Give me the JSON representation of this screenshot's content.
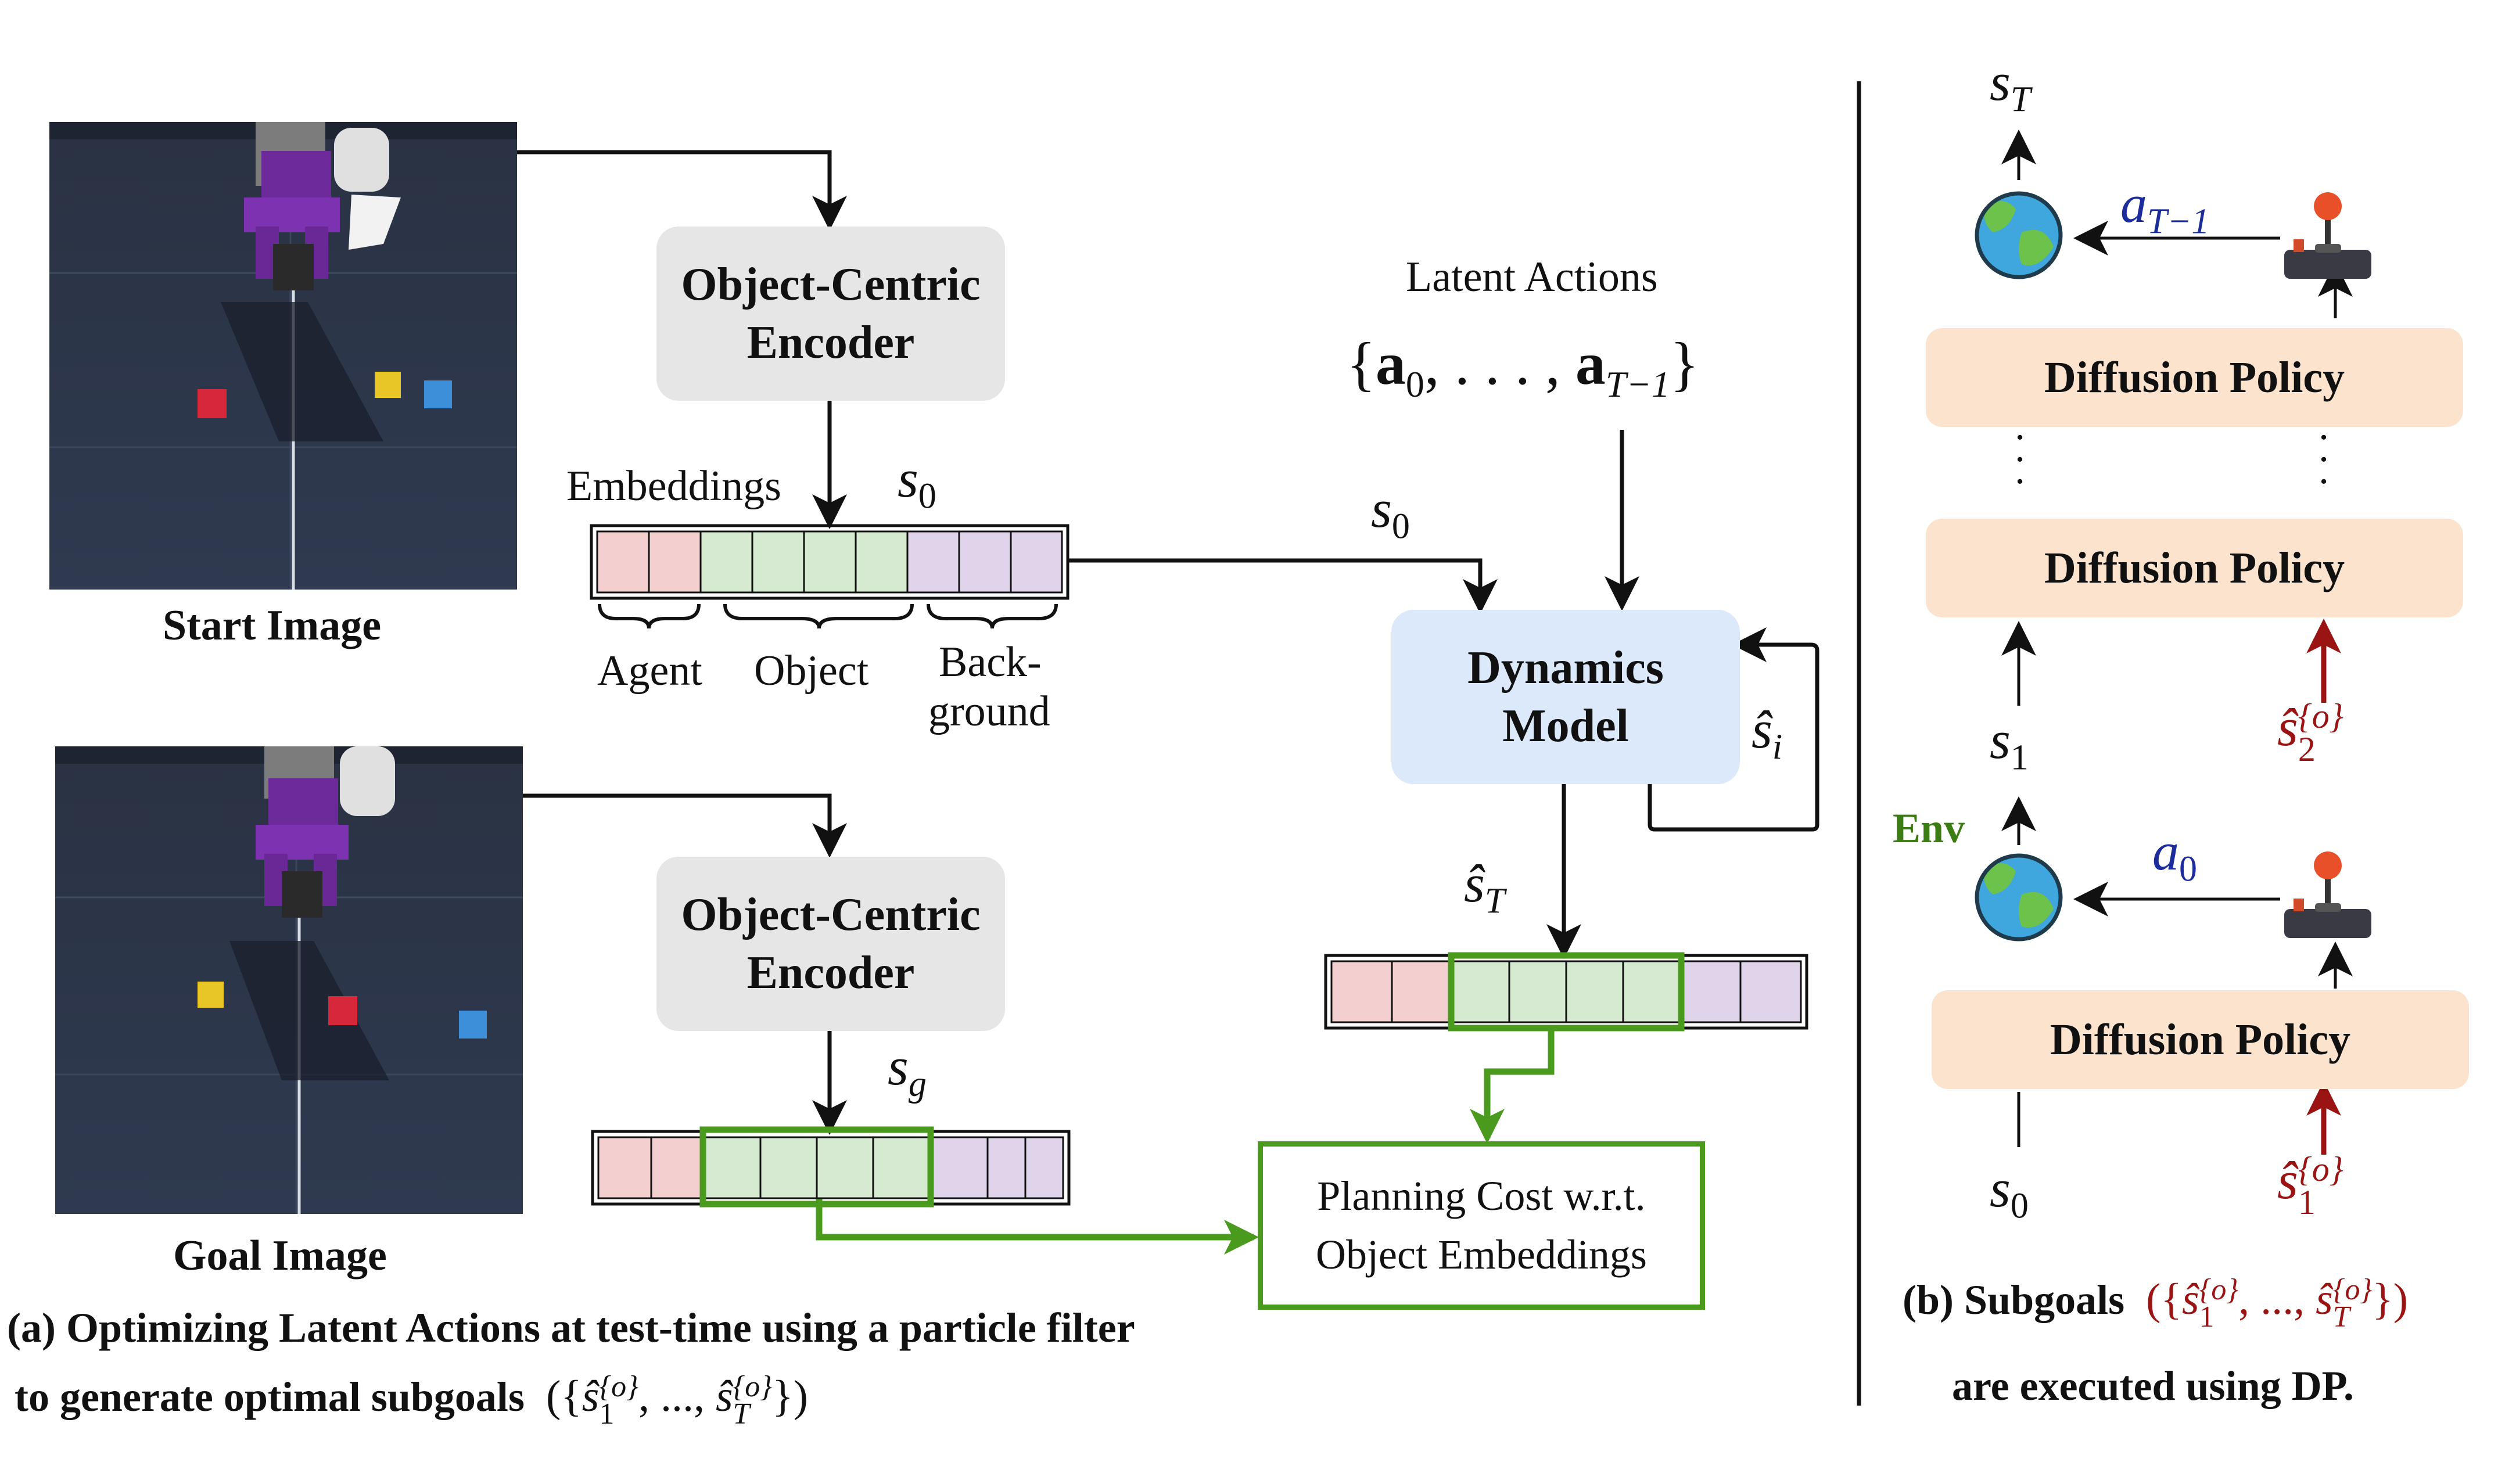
{
  "left_panel": {
    "start_image_label": "Start Image",
    "goal_image_label": "Goal Image",
    "encoder_top": {
      "line1": "Object-Centric",
      "line2": "Encoder"
    },
    "encoder_bottom": {
      "line1": "Object-Centric",
      "line2": "Encoder"
    },
    "embeddings_label": "Embeddings",
    "s0_symbol": "s",
    "s0_sub": "0",
    "sg_symbol": "s",
    "sg_sub": "g",
    "segment_labels": {
      "agent": "Agent",
      "object": "Object",
      "background_l1": "Back-",
      "background_l2": "ground"
    },
    "latent_actions_title": "Latent Actions",
    "latent_actions_set": {
      "open": "{",
      "a0": "a",
      "a0_sub": "0",
      "dots": ", . . . , ",
      "aT": "a",
      "aT_sub": "T−1",
      "close": "}"
    },
    "dynamics_model": {
      "line1": "Dynamics",
      "line2": "Model"
    },
    "s0_arrow_label": {
      "sym": "s",
      "sub": "0"
    },
    "si_hat_label": {
      "sym": "ŝ",
      "sub": "i"
    },
    "sT_hat_label": {
      "sym": "ŝ",
      "sub": "T"
    },
    "planning_cost": {
      "line1": "Planning Cost w.r.t.",
      "line2": "Object Embeddings"
    },
    "caption_line1": "(a) Optimizing Latent Actions at test-time using a particle filter",
    "caption_line2_text": "to generate optimal subgoals",
    "caption_line2_math": {
      "open": "({",
      "s1": "ŝ",
      "s1_sub": "1",
      "sup": "{o}",
      "mid": ", ..., ",
      "sT": "ŝ",
      "sT_sub": "T",
      "close": "})"
    }
  },
  "right_panel": {
    "sT": {
      "sym": "s",
      "sub": "T"
    },
    "a_T_minus_1": {
      "sym": "a",
      "sub": "T−1"
    },
    "a_0": {
      "sym": "a",
      "sub": "0"
    },
    "diffusion_policy_top": "Diffusion Policy",
    "diffusion_policy_mid": "Diffusion Policy",
    "diffusion_policy_bottom": "Diffusion Policy",
    "vertical_dots": "·",
    "s1": {
      "sym": "s",
      "sub": "1"
    },
    "s0": {
      "sym": "s",
      "sub": "0"
    },
    "env_label": "Env",
    "s2_hat": {
      "sym": "ŝ",
      "sub": "2",
      "sup": "{o}"
    },
    "s1_hat": {
      "sym": "ŝ",
      "sub": "1",
      "sup": "{o}"
    },
    "caption_b_text": "(b) Subgoals",
    "caption_b_math": {
      "open": "({",
      "s1": "ŝ",
      "s1_sub": "1",
      "sup": "{o}",
      "mid": ", ..., ",
      "sT": "ŝ",
      "sT_sub": "T",
      "close": "})"
    },
    "caption_b_line2": "are executed using DP."
  },
  "colors": {
    "agent": "#f3cfd0",
    "object": "#d5ead1",
    "background": "#e0d4ea",
    "green": "#4a9a1e",
    "dark_red": "#9a1414",
    "navy": "#1c2c9c",
    "env_green": "#3b7d12"
  }
}
